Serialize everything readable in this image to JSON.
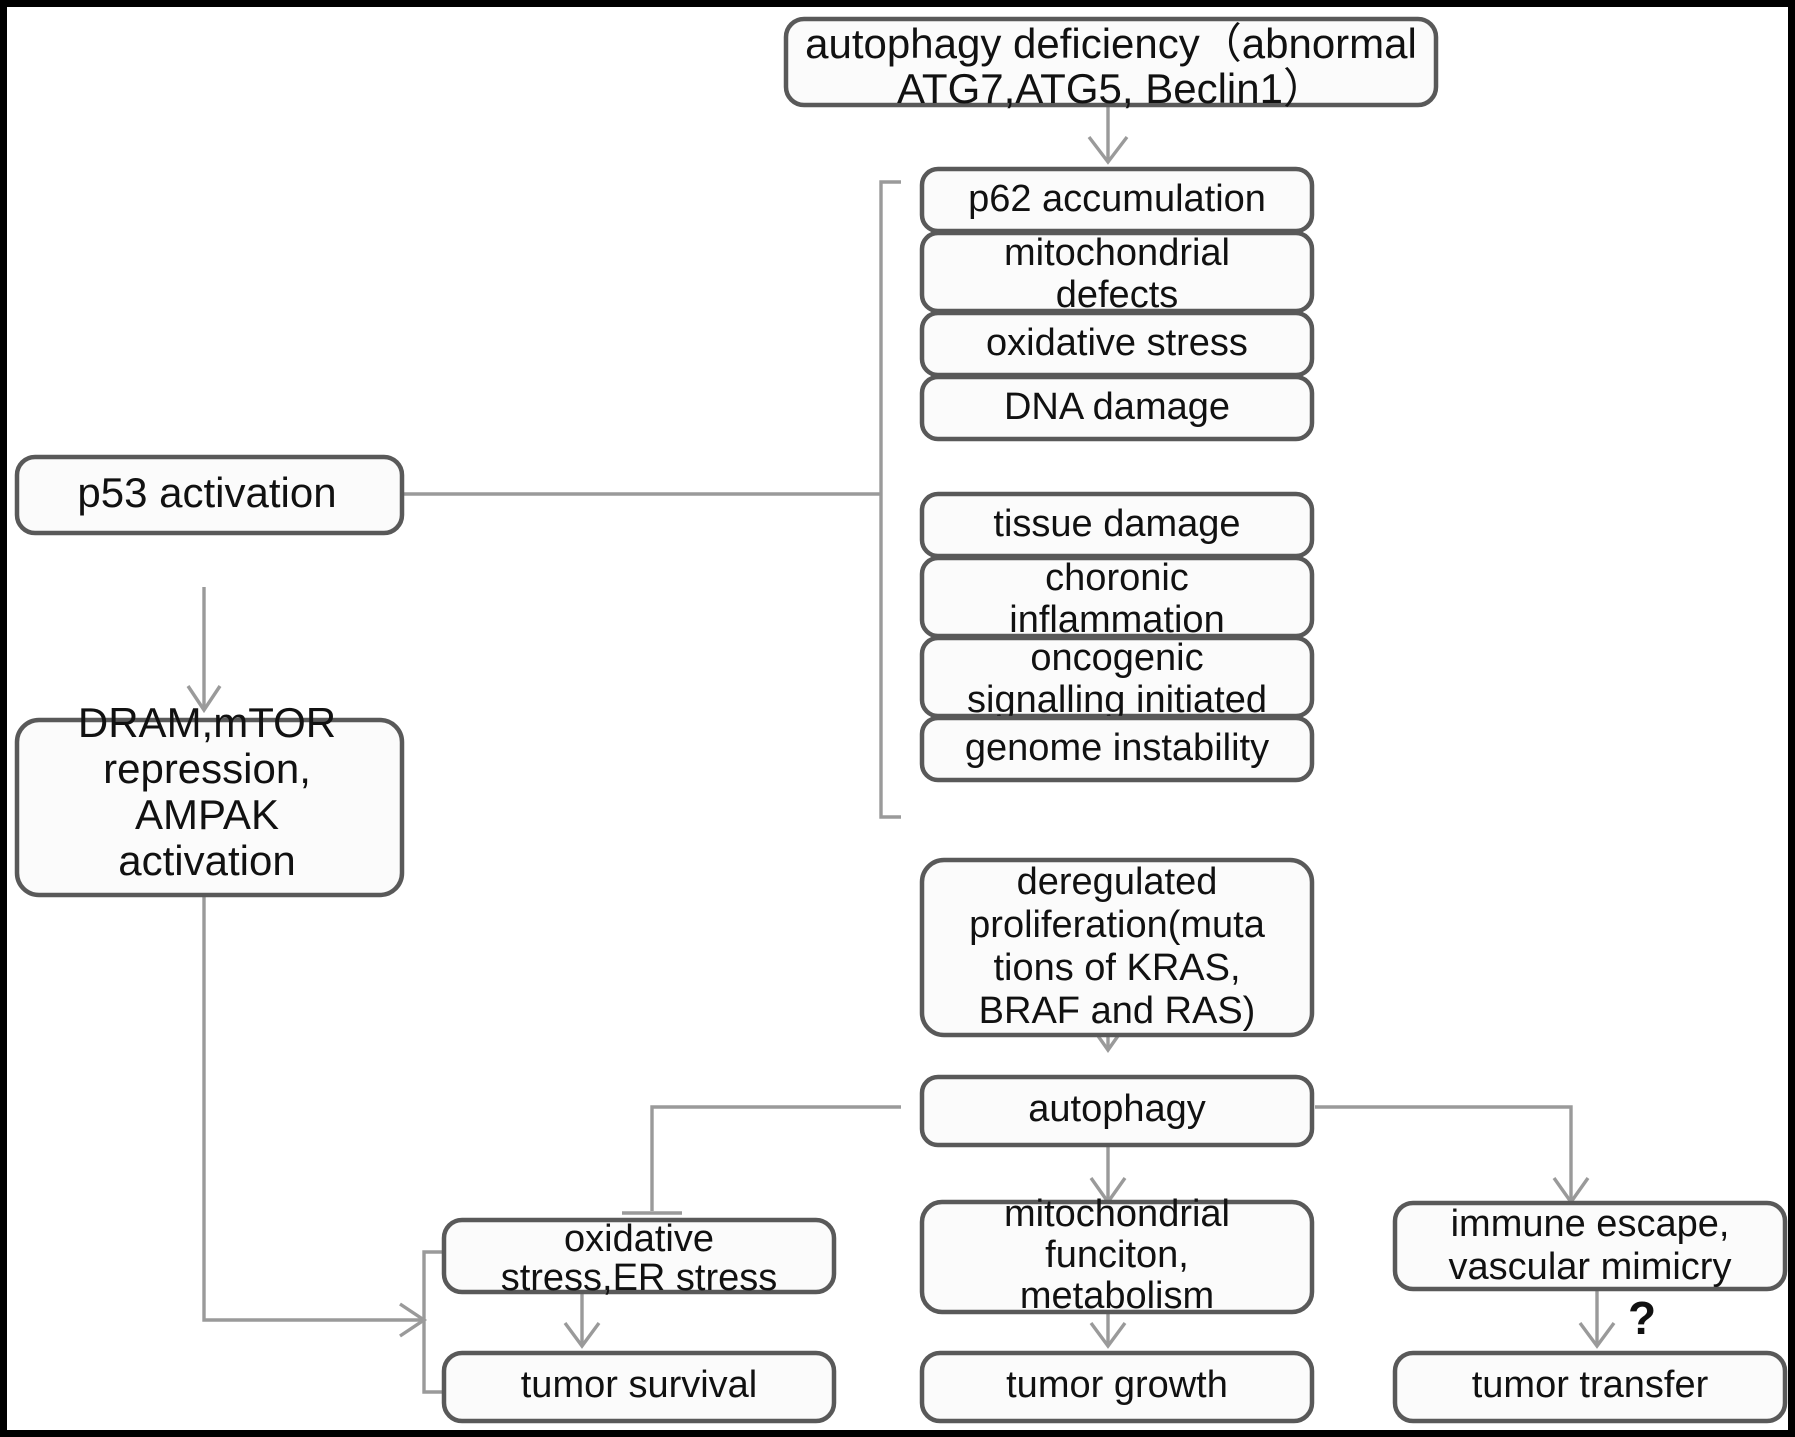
{
  "diagram": {
    "title": "autophagy deficiency pathway in tumorigenesis",
    "type": "flowchart",
    "colors": {
      "box_fill": "#fbfbfb",
      "box_stroke": "#595959",
      "connector": "#9a9a9a",
      "frame": "#000000",
      "text": "#111111"
    },
    "annotations": {
      "uncertain_marker": "?"
    },
    "nodes": {
      "autophagy_deficiency": {
        "lines": [
          "autophagy deficiency（abnormal",
          "ATG7,ATG5, Beclin1）"
        ]
      },
      "p62_accumulation": {
        "lines": [
          "p62 accumulation"
        ]
      },
      "mitochondrial_defects": {
        "lines": [
          "mitochondrial",
          "defects"
        ]
      },
      "oxidative_stress": {
        "lines": [
          "oxidative stress"
        ]
      },
      "dna_damage": {
        "lines": [
          "DNA damage"
        ]
      },
      "tissue_damage": {
        "lines": [
          "tissue damage"
        ]
      },
      "chronic_inflammation": {
        "lines": [
          "choronic",
          "inflammation"
        ]
      },
      "oncogenic_signalling": {
        "lines": [
          "oncogenic",
          "signalling initiated"
        ]
      },
      "genome_instability": {
        "lines": [
          "genome instability"
        ]
      },
      "deregulated_proliferation": {
        "lines": [
          "deregulated",
          "proliferation(muta",
          "tions of KRAS,",
          "BRAF and RAS)"
        ]
      },
      "autophagy": {
        "lines": [
          "autophagy"
        ]
      },
      "p53_activation": {
        "lines": [
          "p53 activation"
        ]
      },
      "dram_mtor": {
        "lines": [
          "DRAM,mTOR",
          "repression,",
          "AMPAK",
          "activation"
        ]
      },
      "oxidative_er_stress": {
        "lines": [
          "oxidative",
          "stress,ER stress"
        ]
      },
      "mitochondrial_function": {
        "lines": [
          "mitochondrial",
          "funciton,",
          "metabolism"
        ]
      },
      "immune_escape": {
        "lines": [
          "immune escape,",
          "vascular mimicry"
        ]
      },
      "tumor_survival": {
        "lines": [
          "tumor survival"
        ]
      },
      "tumor_growth": {
        "lines": [
          "tumor growth"
        ]
      },
      "tumor_transfer": {
        "lines": [
          "tumor  transfer"
        ]
      }
    },
    "edges": [
      {
        "from": "autophagy_deficiency",
        "to": "p62_accumulation",
        "kind": "arrow"
      },
      {
        "from": "dna_damage",
        "to": "tissue_damage",
        "kind": "arrow"
      },
      {
        "from": "genome_instability",
        "to": "deregulated_proliferation",
        "kind": "arrow"
      },
      {
        "from": "p62_bracket",
        "to": "p53_activation",
        "kind": "arrow"
      },
      {
        "from": "p53_activation",
        "to": "dram_mtor",
        "kind": "arrow"
      },
      {
        "from": "deregulated_proliferation",
        "to": "autophagy",
        "kind": "arrow"
      },
      {
        "from": "autophagy",
        "to": "oxidative_er_stress",
        "kind": "inhibition"
      },
      {
        "from": "autophagy",
        "to": "mitochondrial_function",
        "kind": "arrow"
      },
      {
        "from": "autophagy",
        "to": "immune_escape",
        "kind": "arrow"
      },
      {
        "from": "oxidative_er_stress",
        "to": "tumor_survival",
        "kind": "arrow"
      },
      {
        "from": "mitochondrial_function",
        "to": "tumor_growth",
        "kind": "arrow"
      },
      {
        "from": "immune_escape",
        "to": "tumor_transfer",
        "kind": "arrow",
        "label": "?"
      },
      {
        "from": "dram_mtor",
        "to": "survival_bracket",
        "kind": "arrow"
      }
    ]
  }
}
